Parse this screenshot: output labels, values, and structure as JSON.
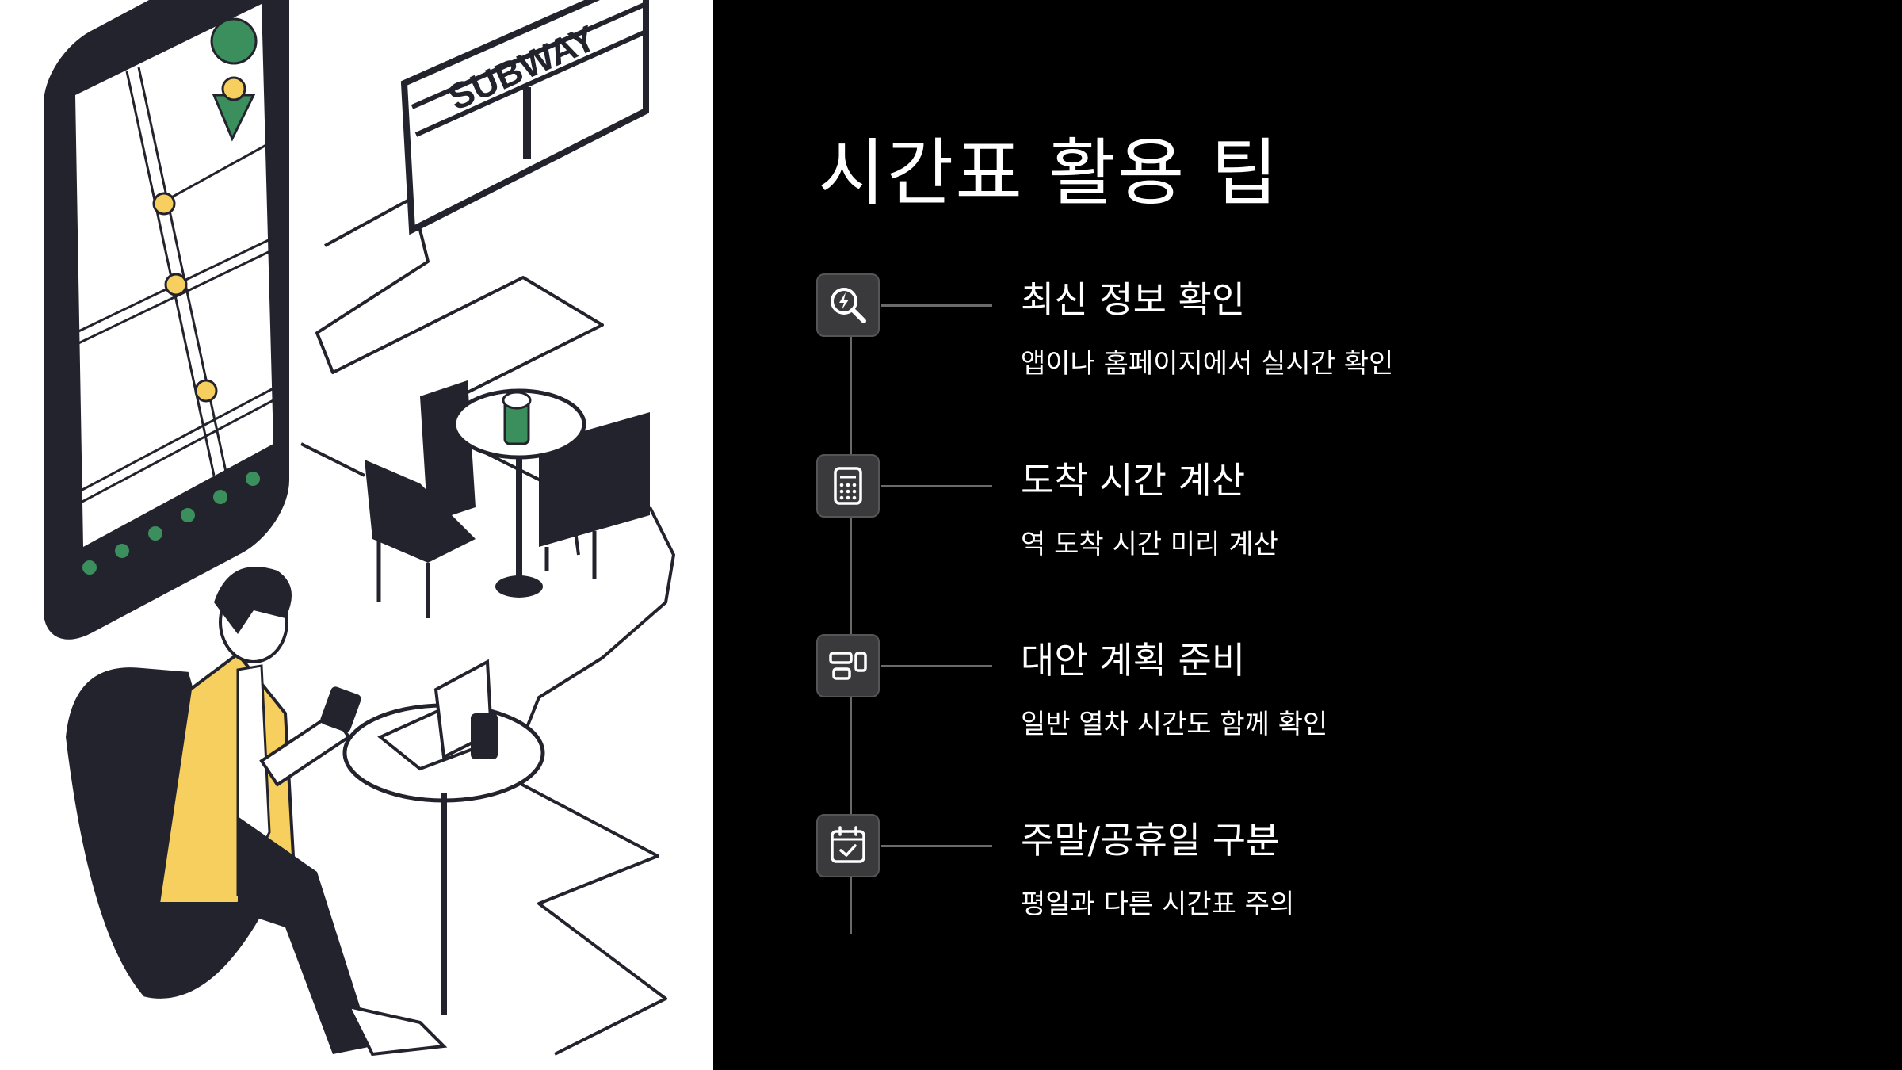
{
  "illustration": {
    "sign_text": "SUBWAY",
    "colors": {
      "accent_yellow": "#f7cf5e",
      "accent_green": "#3a8f5c",
      "ink": "#23232d"
    }
  },
  "panel": {
    "title": "시간표 활용 팁",
    "tips": [
      {
        "icon": "search-bolt-icon",
        "title": "최신 정보 확인",
        "desc": "앱이나 홈페이지에서 실시간 확인"
      },
      {
        "icon": "calculator-icon",
        "title": "도착 시간 계산",
        "desc": "역 도착 시간 미리 계산"
      },
      {
        "icon": "alternative-plan-icon",
        "title": "대안 계획 준비",
        "desc": "일반 열차 시간도 함께 확인"
      },
      {
        "icon": "calendar-check-icon",
        "title": "주말/공휴일 구분",
        "desc": "평일과 다른 시간표 주의"
      }
    ]
  }
}
